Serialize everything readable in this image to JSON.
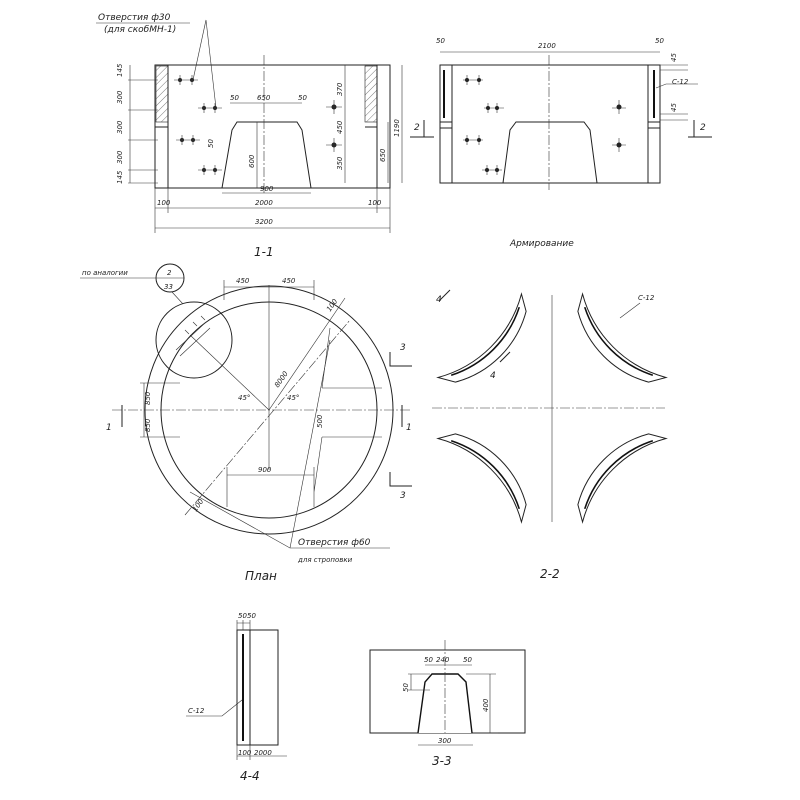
{
  "section_1_1": {
    "title": "1-1",
    "note_line1": "Отверстия ф30",
    "note_line2": "(для скобМН-1)",
    "dims": {
      "d145a": "145",
      "d300a": "300",
      "d300b": "300",
      "d300c": "300",
      "d145b": "145",
      "d50a": "50",
      "d650": "650",
      "d50b": "50",
      "d50c": "50",
      "d600": "600",
      "d900": "900",
      "d370": "370",
      "d450": "450",
      "d350": "350",
      "d650b": "650",
      "d1190": "1190",
      "d100a": "100",
      "d2000": "2000",
      "d100b": "100",
      "d3200": "3200"
    }
  },
  "reinforcement": {
    "title": "Армирование",
    "d2100": "2100",
    "d50a": "50",
    "d50b": "50",
    "d45a": "45",
    "d45b": "45",
    "rebar": "С-12",
    "cut": "2",
    "cut2": "2"
  },
  "plan": {
    "title": "План",
    "analogy": "по аналогии",
    "ref_top": "2",
    "ref_bottom": "33",
    "d450a": "450",
    "d450b": "450",
    "d100a": "100",
    "d100b": "100",
    "d8000": "8000",
    "d45a": "45°",
    "d45b": "45°",
    "d850a": "850",
    "d850b": "850",
    "d500": "500",
    "d900": "900",
    "note_line1": "Отверстия ф60",
    "note_line2": "для строповки",
    "cut1a": "1",
    "cut1b": "1",
    "cut3a": "3",
    "cut3b": "3"
  },
  "section_2_2": {
    "title": "2-2",
    "rebar": "С-12",
    "cut4a": "4",
    "cut4b": "4"
  },
  "section_4_4": {
    "title": "4-4",
    "rebar": "С-12",
    "d50a": "50",
    "d50b": "50",
    "d100": "100",
    "d2000": "2000"
  },
  "section_3_3": {
    "title": "3-3",
    "d50a": "50",
    "d240": "240",
    "d50b": "50",
    "d50c": "50",
    "d400": "400",
    "d300": "300"
  }
}
